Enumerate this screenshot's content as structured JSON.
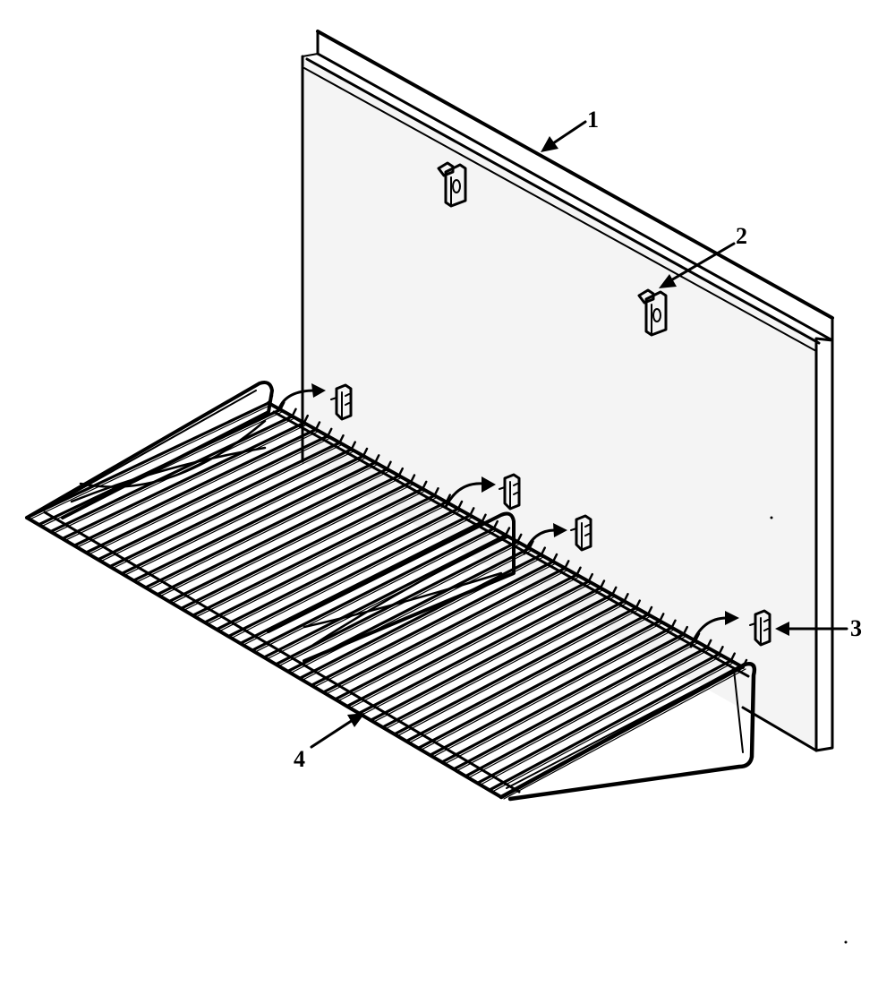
{
  "callouts": {
    "panel": "1",
    "clip": "2",
    "bracket": "3",
    "rack": "4"
  }
}
